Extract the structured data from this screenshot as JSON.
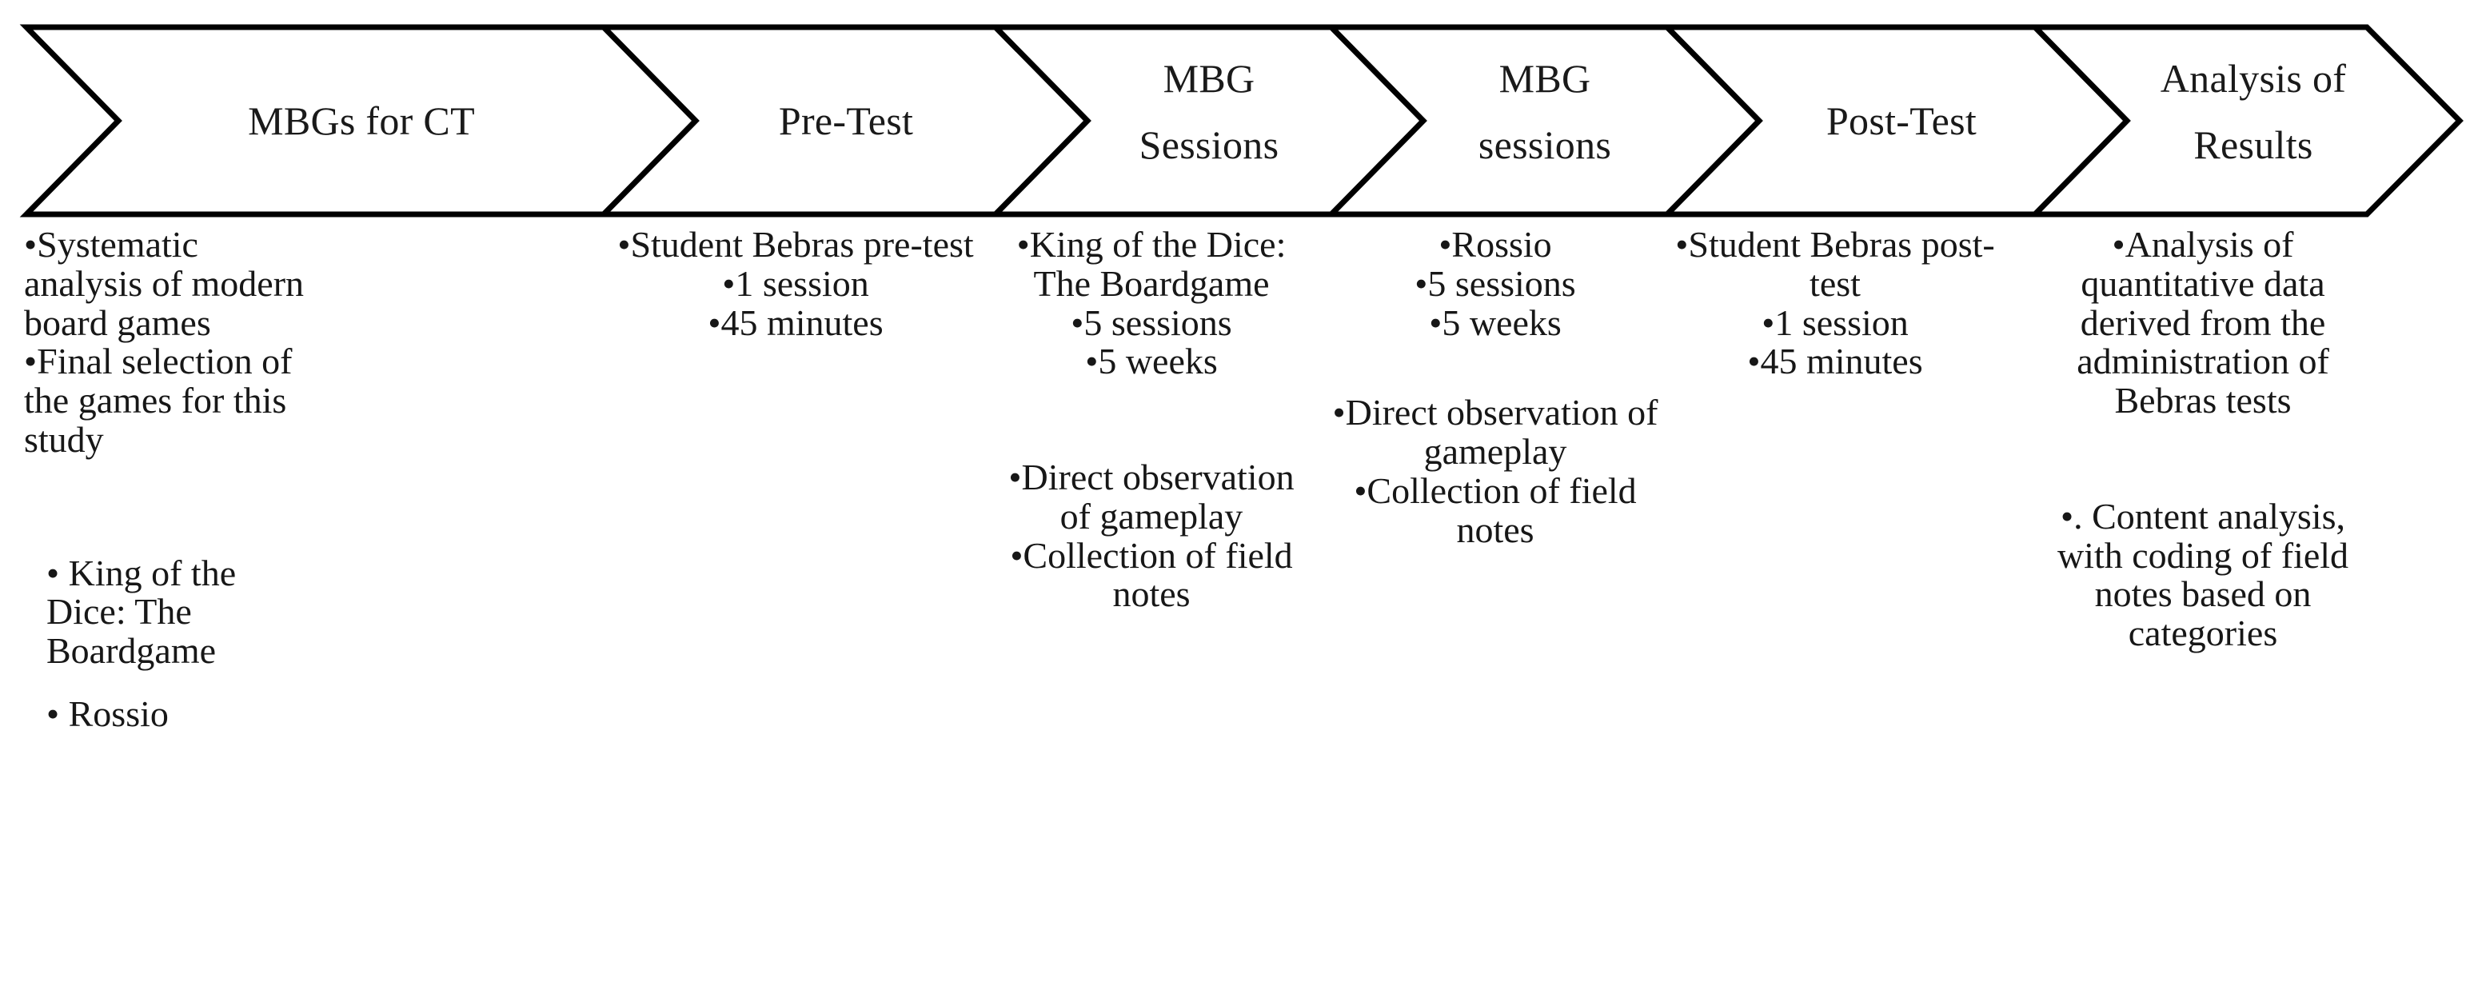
{
  "diagram": {
    "title_sequence": "Research process flow",
    "stroke_color": "#000000",
    "fill_color": "#ffffff",
    "text_color": "#1a1a1a"
  },
  "stages": [
    {
      "id": "mbgs-for-ct",
      "header": {
        "line1": "MBGs for CT",
        "line2": ""
      },
      "top_block": [
        {
          "bullet": "•",
          "text": "Systematic analysis of modern board games"
        },
        {
          "bullet": "•",
          "text": "Final selection of the games for this study"
        }
      ],
      "bottom_block": [
        {
          "bullet": "•",
          "text": "King of the Dice: The Boardgame"
        },
        {
          "bullet": "•",
          "text": "Rossio"
        }
      ]
    },
    {
      "id": "pre-test",
      "header": {
        "line1": "Pre-Test",
        "line2": ""
      },
      "top_block": [
        {
          "bullet": "•",
          "text": "Student Bebras pre-test"
        },
        {
          "bullet": "•",
          "text": "1 session"
        },
        {
          "bullet": "•",
          "text": "45 minutes"
        }
      ],
      "bottom_block": []
    },
    {
      "id": "mbg-sessions-1",
      "header": {
        "line1": "MBG",
        "line2": "Sessions"
      },
      "top_block": [
        {
          "bullet": "•",
          "text": "King of the Dice: The Boardgame"
        },
        {
          "bullet": "•",
          "text": "5 sessions"
        },
        {
          "bullet": "•",
          "text": "5 weeks"
        }
      ],
      "bottom_block": [
        {
          "bullet": "•",
          "text": "Direct observation of gameplay"
        },
        {
          "bullet": "•",
          "text": "Collection of field notes"
        }
      ]
    },
    {
      "id": "mbg-sessions-2",
      "header": {
        "line1": "MBG",
        "line2": "sessions"
      },
      "top_block": [
        {
          "bullet": "•",
          "text": "Rossio"
        },
        {
          "bullet": "•",
          "text": "5 sessions"
        },
        {
          "bullet": "•",
          "text": "5 weeks"
        }
      ],
      "bottom_block": [
        {
          "bullet": "•",
          "text": "Direct observation of gameplay"
        },
        {
          "bullet": "•",
          "text": "Collection of field notes"
        }
      ]
    },
    {
      "id": "post-test",
      "header": {
        "line1": "Post-Test",
        "line2": ""
      },
      "top_block": [
        {
          "bullet": "•",
          "text": "Student Bebras post-test"
        },
        {
          "bullet": "•",
          "text": "1 session"
        },
        {
          "bullet": "•",
          "text": "45 minutes"
        }
      ],
      "bottom_block": []
    },
    {
      "id": "analysis-of-results",
      "header": {
        "line1": "Analysis of",
        "line2": "Results"
      },
      "top_block": [
        {
          "bullet": "•",
          "text": "Analysis of quantitative data derived from the administration of Bebras tests"
        }
      ],
      "bottom_block": [
        {
          "bullet": "•",
          "text": ". Content analysis, with coding of field notes based on categories"
        }
      ]
    }
  ]
}
